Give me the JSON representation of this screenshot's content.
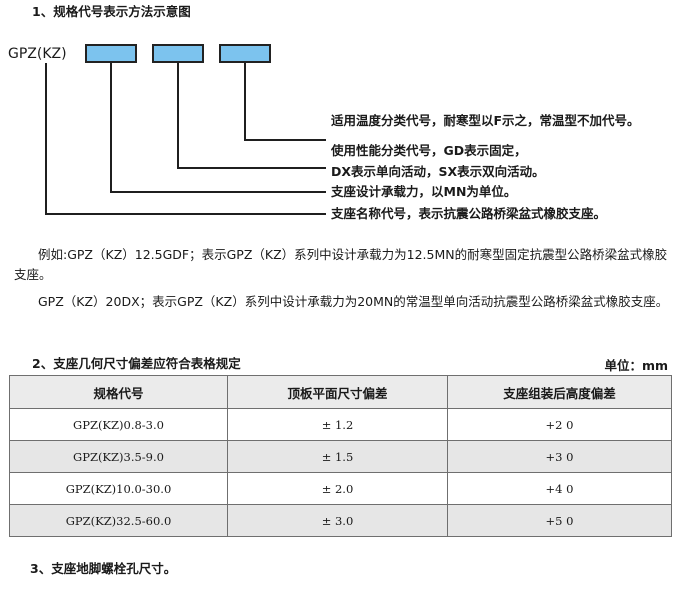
{
  "headings": {
    "section1": "1、规格代号表示方法示意图",
    "section2": "2、支座几何尺寸偏差应符合表格规定",
    "section3": "3、支座地脚螺栓孔尺寸。"
  },
  "diagram": {
    "code_label": "GPZ(KZ)",
    "box_color": "#7cc3ee",
    "box_count": 3,
    "annotations": [
      "适用温度分类代号，耐寒型以F示之，常温型不加代号。",
      "使用性能分类代号，GD表示固定，",
      "DX表示单向活动，SX表示双向活动。",
      "支座设计承载力，以MN为单位。",
      "支座名称代号，表示抗震公路桥梁盆式橡胶支座。"
    ]
  },
  "paragraphs": {
    "example1": "例如:GPZ（KZ）12.5GDF；表示GPZ（KZ）系列中设计承载力为12.5MN的耐寒型固定抗震型公路桥梁盆式橡胶支座。",
    "example2": "GPZ（KZ）20DX；表示GPZ（KZ）系列中设计承载力为20MN的常温型单向活动抗震型公路桥梁盆式橡胶支座。"
  },
  "unit_label": "单位：mm",
  "table": {
    "columns": [
      "规格代号",
      "顶板平面尺寸偏差",
      "支座组装后高度偏差"
    ],
    "rows": [
      [
        "GPZ(KZ)0.8-3.0",
        "± 1.2",
        "+2  0"
      ],
      [
        "GPZ(KZ)3.5-9.0",
        "± 1.5",
        "+3  0"
      ],
      [
        "GPZ(KZ)10.0-30.0",
        "± 2.0",
        "+4  0"
      ],
      [
        "GPZ(KZ)32.5-60.0",
        "± 3.0",
        "+5  0"
      ]
    ]
  }
}
